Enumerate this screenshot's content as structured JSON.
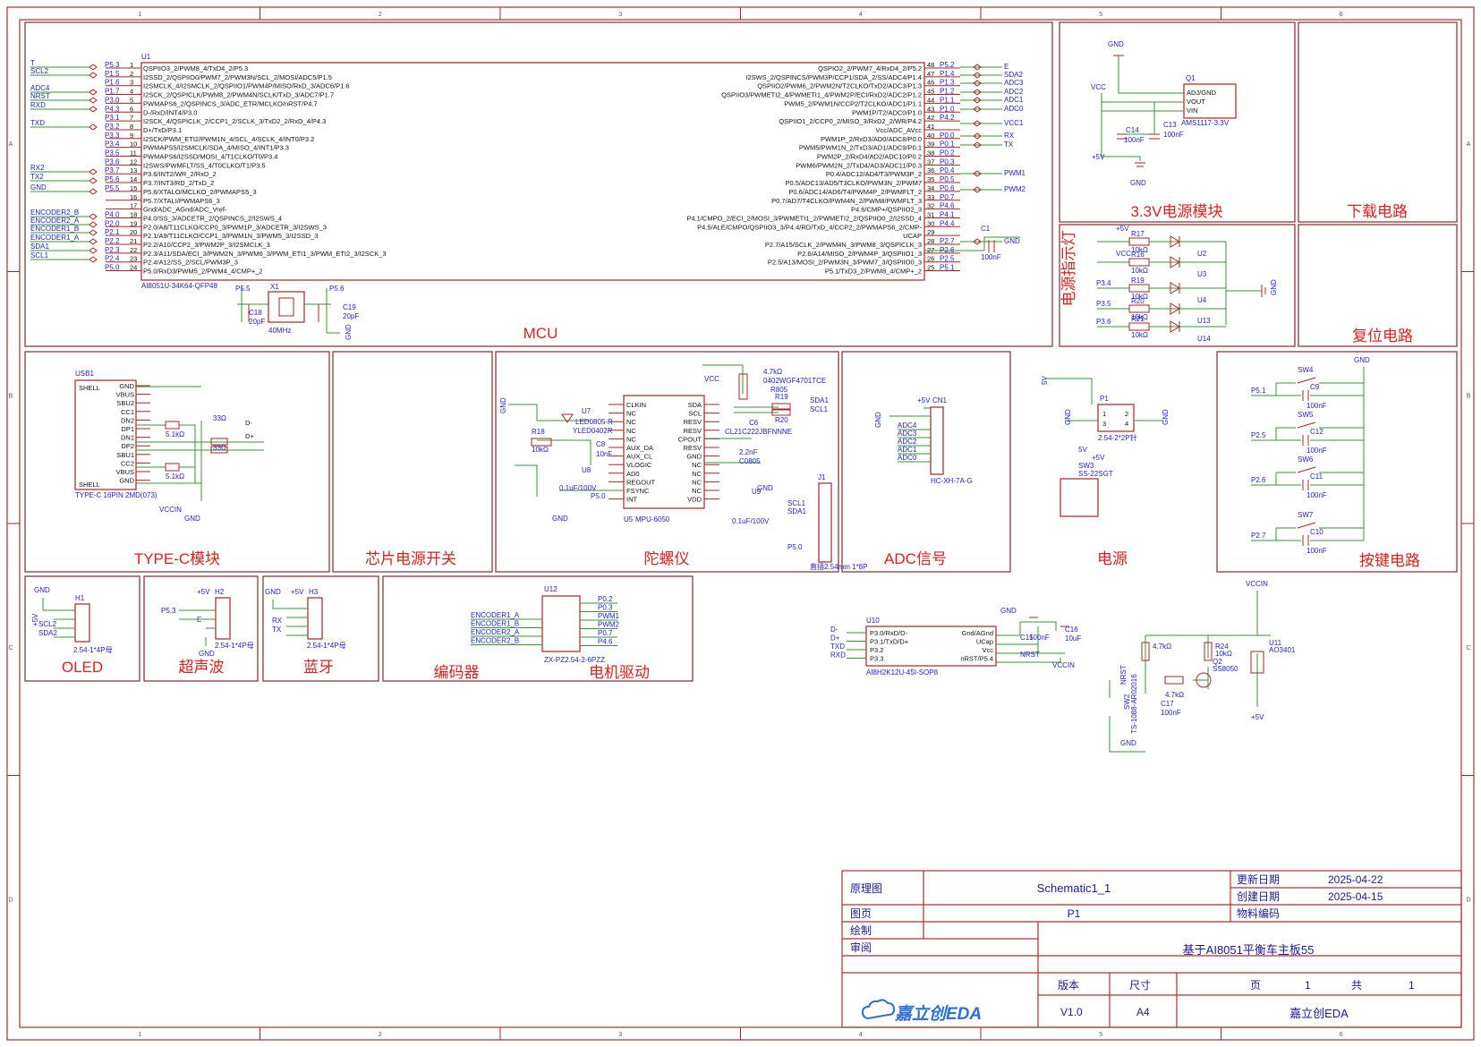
{
  "title_block": {
    "schematic_label": "原理图",
    "schematic_name": "Schematic1_1",
    "page_label": "图页",
    "page_value": "P1",
    "drawn_label": "绘制",
    "review_label": "审阅",
    "board_title": "基于AI8051平衡车主板55",
    "updated_label": "更新日期",
    "updated_value": "2025-04-22",
    "created_label": "创建日期",
    "created_value": "2025-04-15",
    "material_label": "物料编码",
    "version_label": "版本",
    "version_value": "V1.0",
    "size_label": "尺寸",
    "size_value": "A4",
    "page_word": "页",
    "page_num": "1",
    "total_word": "共",
    "total_num": "1",
    "company": "嘉立创EDA",
    "logo_text": "嘉立创EDA"
  },
  "border": {
    "columns": [
      "1",
      "2",
      "3",
      "4",
      "5",
      "6"
    ],
    "rows": [
      "A",
      "B",
      "C",
      "D"
    ]
  },
  "modules": {
    "mcu": "MCU",
    "ldo": "3.3V电源模块",
    "download": "下载电路",
    "led": "电源指示灯",
    "reset": "复位电路",
    "typec": "TYPE-C模块",
    "power_switch": "芯片电源开关",
    "gyro": "陀螺仪",
    "adc": "ADC信号",
    "power": "电源",
    "keys": "按键电路",
    "oled": "OLED",
    "ultrasonic": "超声波",
    "bluetooth": "蓝牙",
    "encoder": "编码器",
    "motor": "电机驱动"
  },
  "mcu": {
    "designator": "U1",
    "part": "AI8051U-34K64-QFP48",
    "left_pins": [
      {
        "n": "1",
        "net": "P5.3",
        "f": "QSPIIO3_2/PWM8_4/TxD4_2/P5.3"
      },
      {
        "n": "2",
        "net": "P1.5",
        "f": "I2SSD_2/QSPIIO0/PWM7_2/PWM3N/SCL_2/MOSI/ADC5/P1.5"
      },
      {
        "n": "3",
        "net": "P1.6",
        "f": "I2SMCLK_4/I2SMCLK_2/QSPIIO1/PWM4P/MISO/RxD_3/ADC6/P1.6"
      },
      {
        "n": "4",
        "net": "P1.7",
        "f": "I2SCK_2/QSPICLK/PWM8_2/PWM4N/SCLK/TxD_3/ADC7/P1.7"
      },
      {
        "n": "5",
        "net": "P3.0",
        "f": "PWMAPS6_2/QSPINCS_3/ADC_ETR/MCLKO/nRST/P4.7"
      },
      {
        "n": "6",
        "net": "P4.3",
        "f": "D-/RxD/INT4/P3.0"
      },
      {
        "n": "7",
        "net": "P3.1",
        "f": "I2SCK_4/QSPICLK_2/CCP1_2/SCLK_3/TxD2_2/RxD_4/P4.3"
      },
      {
        "n": "8",
        "net": "P3.2",
        "f": "D+/TxD/P3.1"
      },
      {
        "n": "9",
        "net": "P3.3",
        "f": "I2SCK/PWM_ETI2/PWM1N_4/SCL_4/SCLK_4/INT0/P3.2"
      },
      {
        "n": "10",
        "net": "P3.4",
        "f": "PWMAPS5/I2SMCLK/SDA_4/MISO_4/INT1/P3.3"
      },
      {
        "n": "11",
        "net": "P3.5",
        "f": "PWMAPS6/I2SSD/MOSI_4/T1CLKO/T0/P3.4"
      },
      {
        "n": "12",
        "net": "P3.6",
        "f": "I2SWS/PWMFLT/SS_4/T0CLKO/T1/P3.5"
      },
      {
        "n": "13",
        "net": "P3.7",
        "f": "P3.6/INT2/WR_2/RxD_2"
      },
      {
        "n": "14",
        "net": "P5.6",
        "f": "P3.7/INT3/RD_2/TxD_2"
      },
      {
        "n": "15",
        "net": "P5.5",
        "f": "P5.6/XTALO/MCLKO_2/PWMAPS5_3"
      },
      {
        "n": "16",
        "net": "",
        "f": "P5.7/XTALI/PWMAPS6_3"
      },
      {
        "n": "17",
        "net": "",
        "f": "Gnd/ADC_AGnd/ADC_Vref-"
      },
      {
        "n": "18",
        "net": "P4.0",
        "f": "P4.0/SS_3/ADCETR_2/QSPINCS_2/I2SWS_4"
      },
      {
        "n": "19",
        "net": "P2.0",
        "f": "P2.0/A8/T11CLKO/CCP0_3/PWM1P_3/ADCETR_3/I2SWS_3"
      },
      {
        "n": "20",
        "net": "P2.1",
        "f": "P2.1/A9/T11CLKO/CCP1_3/PWM1N_3/PWM5_3/I2SSD_3"
      },
      {
        "n": "21",
        "net": "P2.2",
        "f": "P2.2/A10/CCP2_3/PWM2P_3/I2SMCLK_3"
      },
      {
        "n": "22",
        "net": "P2.3",
        "f": "P2.3/A11/SDA/ECI_3/PWM2N_3/PWM6_3/PWM_ETI1_3/PWM_ETI2_3/I2SCK_3"
      },
      {
        "n": "23",
        "net": "P2.4",
        "f": "P2.4/A12/SS_2/SCL/PWM3P_3"
      },
      {
        "n": "24",
        "net": "P5.0",
        "f": "P5.0/RxD3/PWM5_2/PWM4_4/CMP+_2"
      }
    ],
    "right_pins": [
      {
        "n": "48",
        "net": "P5.2",
        "f": "QSPIO2_2/PWM7_4/RxD4_2/P5.2"
      },
      {
        "n": "47",
        "net": "P1.4",
        "f": "I2SWS_2/QSPINCS/PWM3P/CCP1/SDA_2/SS/ADC4/P1.4"
      },
      {
        "n": "46",
        "net": "P1.3",
        "f": "QSPIIO2/PWM6_2/PWM2N/T2CLKO/TxD2/ADC3/P1.3"
      },
      {
        "n": "45",
        "net": "P1.2",
        "f": "QSPIIO3/PWMETI2_4/PWMETI1_4/PWM2P/ECI/RxD2/ADC2/P1.2"
      },
      {
        "n": "44",
        "net": "P1.1",
        "f": "PWM5_2/PWM1N/CCP2/T2CLKO/ADC1/P1.1"
      },
      {
        "n": "43",
        "net": "P1.0",
        "f": "PWM1P/T2/ADC0/P1.0"
      },
      {
        "n": "42",
        "net": "P4.2",
        "f": "QSPIIO1_2/CCP0_2/MISO_3/RxD2_2/WR/P4.2"
      },
      {
        "n": "41",
        "net": "",
        "f": "Vcc/ADC_AVcc"
      },
      {
        "n": "40",
        "net": "P0.0",
        "f": "PWM1P_2/RxD3/AD0/ADC8/P0.0"
      },
      {
        "n": "39",
        "net": "P0.1",
        "f": "PWM5/PWM1N_2/TxD3/AD1/ADC9/P0.1"
      },
      {
        "n": "38",
        "net": "P0.2",
        "f": "PWM2P_2/RxD4/AD2/ADC10/P0.2"
      },
      {
        "n": "37",
        "net": "P0.3",
        "f": "PWM6/PWM2N_2/TxD4/AD3/ADC11/P0.3"
      },
      {
        "n": "36",
        "net": "P0.4",
        "f": "P0.4/ADC12/AD4/T3/PWM3P_2"
      },
      {
        "n": "35",
        "net": "P0.5",
        "f": "P0.5/ADC13/AD5/T3CLKO/PWM3N_2/PWM7"
      },
      {
        "n": "34",
        "net": "P0.6",
        "f": "P0.6/ADC14/AD6/T4/PWM4P_2/PWMFLT_2"
      },
      {
        "n": "33",
        "net": "P0.7",
        "f": "P0.7/AD7/T4CLKO/PWM4N_2/PWM8/PWMFLT_3"
      },
      {
        "n": "32",
        "net": "P4.6",
        "f": "P4.6/CMP+/QSPIIO2_3"
      },
      {
        "n": "31",
        "net": "P4.1",
        "f": "P4.1/CMPO_2/ECI_2/MOSI_3/PWMETI1_2/PWMETI2_2/QSPIIO0_2/I2SSD_4"
      },
      {
        "n": "30",
        "net": "P4.4",
        "f": "P4.5/ALE/CMPO/QSPIIO3_3/P4.4/RD/TxD_4/CCP2_2/PWMAPS6_2/CMP-"
      },
      {
        "n": "29",
        "net": "",
        "f": "UCAP"
      },
      {
        "n": "28",
        "net": "P2.7",
        "f": "P2.7/A15/SCLK_2/PWM4N_3/PWM8_3/QSPICLK_3"
      },
      {
        "n": "27",
        "net": "P2.6",
        "f": "P2.6/A14/MISO_2/PWM4P_3/QSPIIO1_3"
      },
      {
        "n": "26",
        "net": "P2.5",
        "f": "P2.5/A13/MOSI_2/PWM3N_3/PWM7_3/QSPIIO0_3"
      },
      {
        "n": "25",
        "net": "P5.1",
        "f": "P5.1/TxD3_2/PWM8_4/CMP+_2"
      }
    ],
    "left_nets": [
      "T",
      "SCL2",
      "ADC4",
      "NRST",
      "RXD",
      "TXD",
      "RX2",
      "TX2",
      "GND",
      "ENCODER2_B",
      "ENCODER2_A",
      "ENCODER1_B",
      "ENCODER1_A",
      "SDA1",
      "SCL1"
    ],
    "right_nets": [
      "E",
      "SDA2",
      "ADC3",
      "ADC2",
      "ADC1",
      "ADC0",
      "VCC1",
      "RX",
      "TX",
      "PWM1",
      "PWM2",
      "GND"
    ],
    "crystal": {
      "ref": "X1",
      "freq": "40MHz",
      "c18": "C18",
      "c18v": "20pF",
      "c19": "C19",
      "c19v": "20pF",
      "p55": "P5.5",
      "p56": "P5.6",
      "gnd": "GND"
    },
    "c1": "C1",
    "c1v": "100nF"
  },
  "ldo": {
    "gnd_top": "GND",
    "ref": "Q1",
    "vcc": "VCC",
    "pins": [
      "ADJ/GND",
      "VOUT",
      "VIN"
    ],
    "c14": "C14",
    "c14v": "100nF",
    "c13": "C13",
    "c13v": "100nF",
    "part": "AMS1117-3.3V",
    "v5": "+5V",
    "gnd_bot": "GND"
  },
  "led": {
    "v5": "+5V",
    "vcc": "VCC",
    "rows": [
      {
        "net": "",
        "r": "R17",
        "rv": "10kΩ",
        "u": "U2"
      },
      {
        "net": "",
        "r": "R16",
        "rv": "10kΩ",
        "u": "U3"
      },
      {
        "net": "P3.4",
        "r": "R19",
        "rv": "10kΩ",
        "u": "U4"
      },
      {
        "net": "P3.5",
        "r": "R20",
        "rv": "10kΩ",
        "u": "U13"
      },
      {
        "net": "P3.6",
        "r": "R21",
        "rv": "10kΩ",
        "u": "U14"
      }
    ],
    "gnd": "GND"
  },
  "typec": {
    "ref": "USB1",
    "part": "TYPE-C 16PIN 2MD(073)",
    "pins_l": [
      "SHELL",
      "SHELL"
    ],
    "pins_r": [
      "GND",
      "VBUS",
      "SBU2",
      "CC1",
      "DN2",
      "DP1",
      "DN1",
      "DP2",
      "SBU1",
      "CC2",
      "VBUS",
      "GND"
    ],
    "r1v": "5.1kΩ",
    "r2v": "5.1kΩ",
    "r3v": "33Ω",
    "r4v": "33Ω",
    "dm": "D-",
    "dp": "D+",
    "vccin": "VCCIN",
    "gnd": "GND"
  },
  "gyro": {
    "ref": "U5",
    "part": "MPU-6050",
    "vcc": "VCC",
    "pins_l": [
      "CLKIN",
      "NC",
      "NC",
      "NC",
      "NC",
      "AUX_DA",
      "AUX_CL",
      "VLOGIC",
      "AD0",
      "REGOUT",
      "FSYNC",
      "INT"
    ],
    "pins_r": [
      "SDA",
      "SCL",
      "RESV",
      "RESV",
      "CPOUT",
      "RESV",
      "GND",
      "NC",
      "NC",
      "NC",
      "NC",
      "VDD"
    ],
    "r18": "R18",
    "r18v": "10kΩ",
    "u7": "U7",
    "led": "LED0805-R",
    "yled": "YLED0402R",
    "c8": "C8",
    "c8v": "10nF",
    "u8": "U8",
    "c01": "0.1uF/100V",
    "p50": "P5.0",
    "gnd": "GND",
    "r_top": "4.7kΩ",
    "r_part": "0402WGF4701TCE",
    "r_ref": "R805",
    "r19": "R19",
    "r20": "R20",
    "sda": "SDA1",
    "scl": "SCL1",
    "c6": "C6",
    "c6p": "CL21C222JBFNNNE",
    "c7v": "2.2nF",
    "c0805": "C0805",
    "u9": "U9",
    "u9v": "0.1uF/100V",
    "j1": "J1",
    "j1p": "直插2.54mm 1*8P"
  },
  "adc": {
    "ref": "CN1",
    "v5": "+5V",
    "gnd": "GND",
    "nets": [
      "ADC4",
      "ADC3",
      "ADC2",
      "ADC1",
      "ADC0"
    ],
    "part": "HC-XH-7A-G"
  },
  "power": {
    "p1": "P1",
    "p1p": "2.54-2*2P针",
    "v5a": "5V",
    "v5b": "5V",
    "sw3": "SW3",
    "sw3p": "SS-22SGT",
    "plus5": "+5V",
    "gnd": "GND"
  },
  "keys": {
    "gnd": "GND",
    "rows": [
      {
        "net": "P5.1",
        "sw": "SW4",
        "c": "C9",
        "cv": "100nF"
      },
      {
        "net": "P2.5",
        "sw": "SW5",
        "c": "C12",
        "cv": "100nF"
      },
      {
        "net": "P2.6",
        "sw": "SW6",
        "c": "C11",
        "cv": "100nF"
      },
      {
        "net": "P2.7",
        "sw": "SW7",
        "c": "C10",
        "cv": "100nF"
      }
    ]
  },
  "oled": {
    "ref": "H1",
    "gnd": "GND",
    "v5": "+5V",
    "scl": "SCL2",
    "sda": "SDA2",
    "part": "2.54-1*4P母"
  },
  "ultrasonic": {
    "ref": "H2",
    "v5": "+5V",
    "t": "P5.3",
    "e": "E",
    "gnd": "GND",
    "part": "2.54-1*4P母"
  },
  "bluetooth": {
    "ref": "H3",
    "gnd": "GND",
    "v5": "+5V",
    "rx": "RX",
    "tx": "TX",
    "part": "2.54-1*4P母"
  },
  "encoder": {
    "ref": "U12",
    "part": "ZX-PZ2.54-2-6PZZ",
    "left": [
      "ENCODER1_A",
      "ENCODER1_B",
      "ENCODER2_A",
      "ENCODER2_B"
    ],
    "right": [
      "P0.2",
      "P0.3",
      "PWM1",
      "PWM2",
      "P0.7",
      "P4.6"
    ]
  },
  "usb_ic": {
    "ref": "U10",
    "part": "AI8H2K12U-45I-SOP8",
    "left": [
      "P3.0/RxD/D-",
      "P3.1/TxD/D+",
      "P3.2",
      "P3.3"
    ],
    "right": [
      "Gnd/AGnd",
      "UCap",
      "Vcc",
      "nRST/P5.4"
    ],
    "nets": [
      "D-",
      "D+",
      "TXD",
      "RXD"
    ],
    "gnd": "GND",
    "c15": "C15",
    "c15v": "100nF",
    "c16": "C16",
    "c16v": "10uF",
    "nrst": "NRST",
    "vccin": "VCCIN"
  },
  "reset": {
    "vccin": "VCCIN",
    "r1": "4.7kΩ",
    "r24": "R24",
    "r24v": "10kΩ",
    "q": "Q2",
    "qp": "SS8050",
    "u11": "U11",
    "u11p": "AO3401",
    "r2": "4.7kΩ",
    "c17": "C17",
    "c17v": "100nF",
    "nrst": "NRST",
    "sw2": "SW2",
    "sw2p": "TS-1088-AR02016",
    "gnd": "GND",
    "v5": "+5V"
  }
}
